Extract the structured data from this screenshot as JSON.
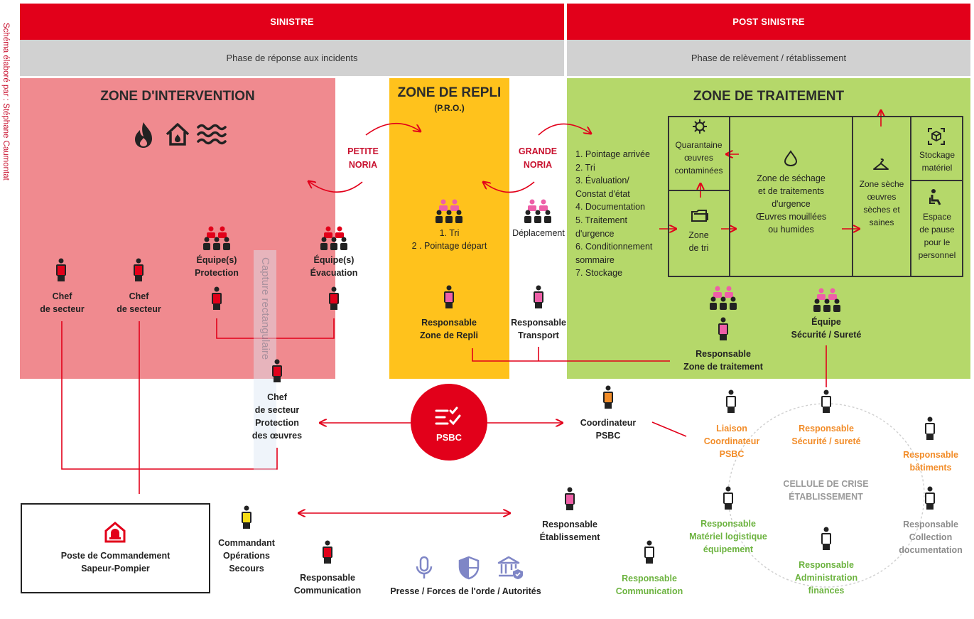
{
  "side_credit": "Schéma élaboré par : Stéphane Caumontat",
  "phases": {
    "sinistre": {
      "title": "SINISTRE",
      "subtitle": "Phase de réponse aux incidents"
    },
    "post": {
      "title": "POST SINISTRE",
      "subtitle": "Phase de relèvement / rétablissement"
    }
  },
  "zone_intervention": {
    "title": "ZONE D'INTERVENTION",
    "chef1": "Chef\nde secteur",
    "chef2": "Chef\nde secteur",
    "protection": "Équipe(s)\nProtection",
    "evacuation": "Équipe(s)\nÉvacuation"
  },
  "zone_repli": {
    "title": "ZONE DE REPLI",
    "subtitle": "(P.R.O.)",
    "steps": "1. Tri\n2 . Pointage départ",
    "deplacement": "Déplacement",
    "resp_repli": "Responsable\nZone de Repli",
    "resp_transport": "Responsable\nTransport"
  },
  "noria": {
    "petite": "PETITE\nNORIA",
    "grande": "GRANDE\nNORIA"
  },
  "zone_traitement": {
    "title": "ZONE DE TRAITEMENT",
    "steps": [
      "1. Pointage arrivée",
      "2. Tri",
      "3. Évaluation/",
      "   Constat d'état",
      "4. Documentation",
      "5. Traitement",
      "   d'urgence",
      "6. Conditionnement",
      "   sommaire",
      "7. Stockage"
    ],
    "quarantaine": "Quarantaine\nœuvres\ncontaminées",
    "zone_tri": "Zone\nde tri",
    "sechage": "Zone de séchage\net de traitements\nd'urgence\nŒuvres mouillées\nou humides",
    "zone_seche": "Zone sèche\nœuvres\nsèches et\nsaines",
    "stockage": "Stockage\nmatériel",
    "pause": "Espace\nde pause\npour le\npersonnel",
    "resp_traitement": "Responsable\nZone de traitement",
    "equipe_securite": "Équipe\nSécurité / Sureté"
  },
  "center": {
    "chef_protection": "Chef\nde secteur\nProtection\ndes œuvres",
    "psbc": "PSBC",
    "coordinateur": "Coordinateur\nPSBC"
  },
  "cellule": {
    "title": "CELLULE DE CRISE\nÉTABLISSEMENT",
    "liaison": "Liaison\nCoordinateur\nPSBC",
    "securite": "Responsable\nSécurité / sureté",
    "batiments": "Responsable\nbâtiments",
    "materiel": "Responsable\nMatériel logistique\néquipement",
    "collection": "Responsable\nCollection\ndocumentation",
    "administration": "Responsable\nAdministration\nfinances",
    "communication": "Responsable\nCommunication"
  },
  "bottom": {
    "poste": "Poste de Commandement\nSapeur-Pompier",
    "commandant": "Commandant\nOpérations\nSecours",
    "resp_comm": "Responsable\nCommunication",
    "presse": "Presse / Forces de l'orde / Autorités",
    "resp_etab": "Responsable\nÉtablissement"
  },
  "overlay": {
    "capture": "Capture rectangulaire"
  },
  "colors": {
    "red": "#e2001a",
    "pink_zone": "#f08a8f",
    "yellow_zone": "#ffc21c",
    "green_zone": "#b5d86a",
    "person_red": "#e2001a",
    "person_pink": "#ee5fa7",
    "person_orange": "#f28c28",
    "person_yellow": "#f5dc15",
    "person_white": "#ffffff",
    "icon_blue": "#7f86c6"
  }
}
